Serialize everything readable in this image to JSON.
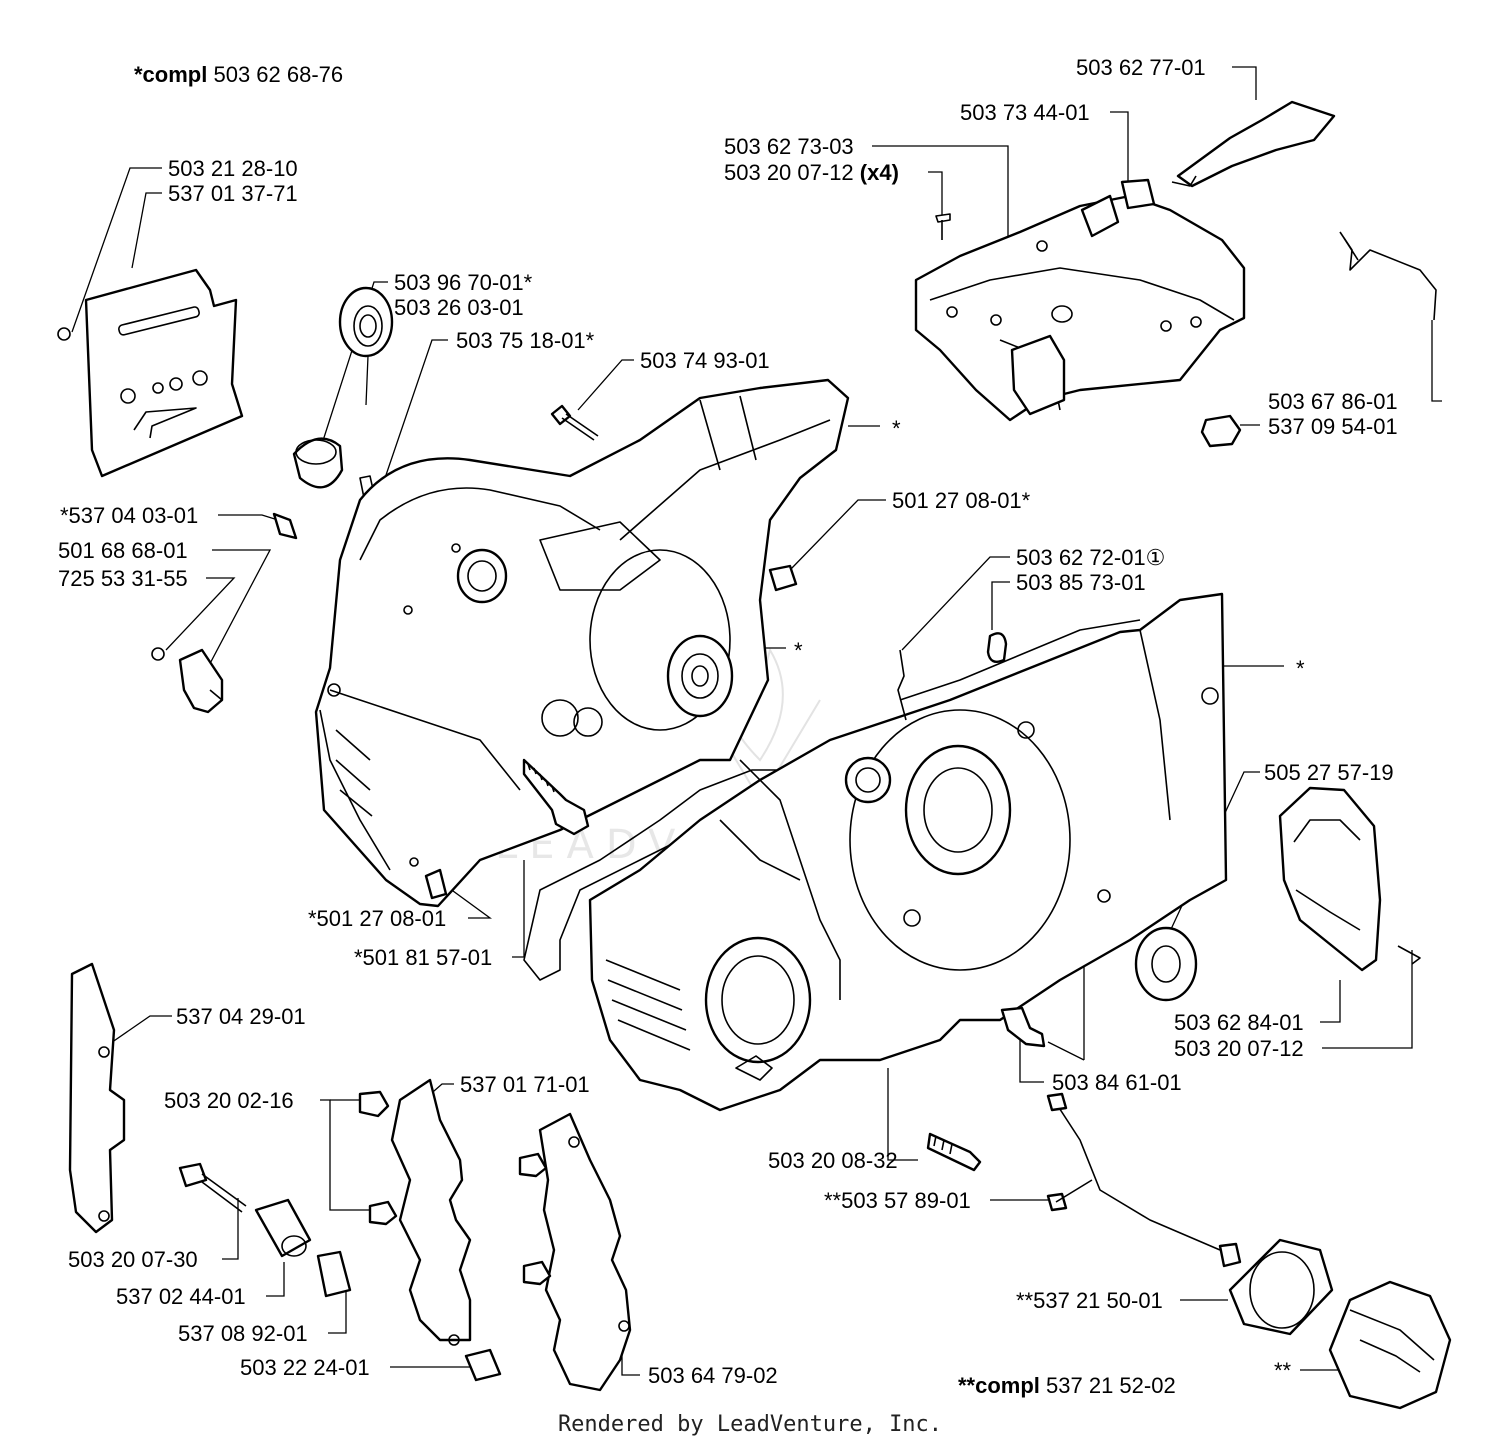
{
  "labels": [
    {
      "id": "compl-kit",
      "prefix": "*compl",
      "text": " 503 62 68-76"
    },
    {
      "id": "p-503-21-28-10",
      "text": "503 21 28-10"
    },
    {
      "id": "p-537-01-37-71",
      "text": "537 01 37-71"
    },
    {
      "id": "p-503-96-70-01",
      "text": "503 96 70-01*"
    },
    {
      "id": "p-503-26-03-01",
      "text": "503 26 03-01"
    },
    {
      "id": "p-503-75-18-01",
      "text": "503 75 18-01*"
    },
    {
      "id": "p-503-74-93-01",
      "text": "503 74 93-01"
    },
    {
      "id": "p-537-04-03-01",
      "text": "*537 04 03-01"
    },
    {
      "id": "p-501-68-68-01",
      "text": "501 68 68-01"
    },
    {
      "id": "p-725-53-31-55",
      "text": "725 53 31-55"
    },
    {
      "id": "p-503-62-77-01",
      "text": "503 62 77-01"
    },
    {
      "id": "p-503-73-44-01",
      "text": "503 73 44-01"
    },
    {
      "id": "p-503-62-73-03",
      "text": "503 62 73-03"
    },
    {
      "id": "p-503-20-07-12-x4",
      "text": "503 20 07-12",
      "suffix": " (x4)"
    },
    {
      "id": "p-503-67-86-01",
      "text": "503 67 86-01"
    },
    {
      "id": "p-537-09-54-01",
      "text": "537 09 54-01"
    },
    {
      "id": "p-501-27-08-01-star",
      "text": "501 27 08-01*"
    },
    {
      "id": "p-503-62-72-01",
      "text": "503 62 72-01",
      "suffix": "①"
    },
    {
      "id": "p-503-85-73-01",
      "text": "503 85 73-01"
    },
    {
      "id": "p-505-27-57-19",
      "text": "505 27 57-19"
    },
    {
      "id": "p-star-501-27-08-01",
      "text": "*501 27 08-01"
    },
    {
      "id": "p-star-501-81-57-01",
      "text": "*501 81 57-01"
    },
    {
      "id": "p-537-04-29-01",
      "text": "537 04 29-01"
    },
    {
      "id": "p-503-20-02-16",
      "text": "503 20 02-16"
    },
    {
      "id": "p-537-01-71-01",
      "text": "537 01 71-01"
    },
    {
      "id": "p-503-20-07-30",
      "text": "503 20 07-30"
    },
    {
      "id": "p-537-02-44-01",
      "text": "537 02 44-01"
    },
    {
      "id": "p-537-08-92-01",
      "text": "537 08 92-01"
    },
    {
      "id": "p-503-22-24-01",
      "text": "503 22 24-01"
    },
    {
      "id": "p-503-64-79-02",
      "text": "503 64 79-02"
    },
    {
      "id": "p-503-62-84-01",
      "text": "503 62 84-01"
    },
    {
      "id": "p-503-20-07-12",
      "text": "503 20 07-12"
    },
    {
      "id": "p-503-84-61-01",
      "text": "503 84 61-01"
    },
    {
      "id": "p-503-20-08-32",
      "text": "503 20 08-32"
    },
    {
      "id": "p-503-57-89-01",
      "text": "**503 57 89-01"
    },
    {
      "id": "p-537-21-50-01",
      "text": "**537 21 50-01"
    },
    {
      "id": "compl-kit-2",
      "prefix": "**compl",
      "text": " 537 21 52-02"
    },
    {
      "id": "mark-double-star",
      "text": "**"
    },
    {
      "id": "mark-star-1",
      "text": "*"
    },
    {
      "id": "mark-star-2",
      "text": "*"
    },
    {
      "id": "mark-star-3",
      "text": "*"
    }
  ],
  "watermark": "LEADVENTURE",
  "footer": "Rendered by LeadVenture, Inc."
}
